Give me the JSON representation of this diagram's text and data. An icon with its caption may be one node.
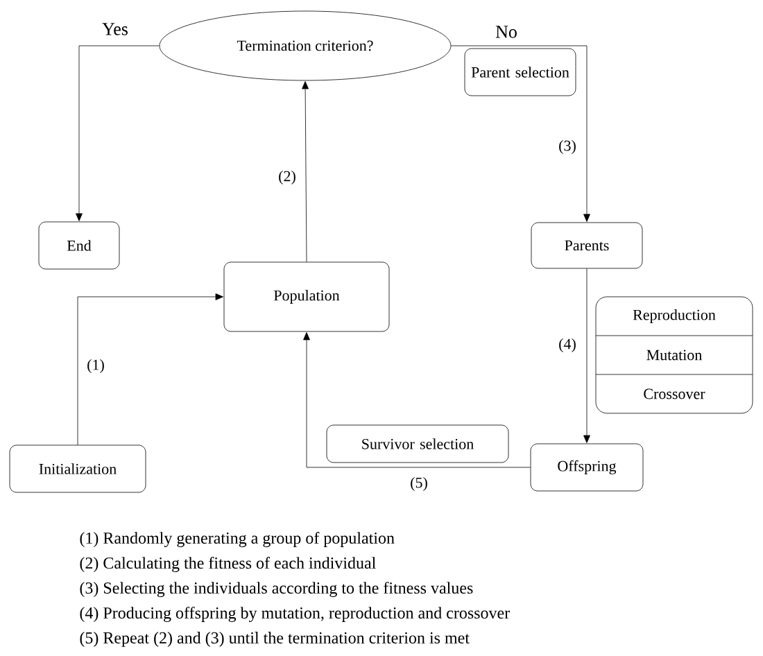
{
  "diagram": {
    "nodes": [
      {
        "text": [
          "Termination criterion?"
        ]
      },
      {
        "text": [
          "Parent selection"
        ]
      },
      {
        "text": [
          "End"
        ]
      },
      {
        "text": [
          "Parents"
        ]
      },
      {
        "text": [
          "Population"
        ]
      },
      {
        "text": [
          "Reproduction",
          "Mutation",
          "Crossover"
        ]
      },
      {
        "text": [
          "Initialization"
        ]
      },
      {
        "text": [
          "Survivor selection"
        ]
      },
      {
        "text": [
          "Offspring"
        ]
      }
    ],
    "edges": [
      {
        "from": 6,
        "to": 4,
        "arrow": "to",
        "label": "(1)"
      },
      {
        "from": 4,
        "to": 0,
        "arrow": "to",
        "label": "(2)"
      },
      {
        "from": 0,
        "to": 3,
        "arrow": "to",
        "label": "(3)"
      },
      {
        "from": 3,
        "to": 8,
        "arrow": "to",
        "label": "(4)"
      },
      {
        "from": 8,
        "to": 4,
        "arrow": "to",
        "label": "(5)"
      },
      {
        "from": 0,
        "to": 2,
        "arrow": "to"
      }
    ],
    "labels": [
      "Yes",
      "No",
      "(1) Randomly generating a group of population",
      "(2) Calculating the fitness of each individual",
      "(3) Selecting the individuals according to the fitness values",
      "(4) Producing offspring by mutation, reproduction and crossover",
      "(5) Repeat (2) and (3) until the termination criterion is met"
    ]
  }
}
